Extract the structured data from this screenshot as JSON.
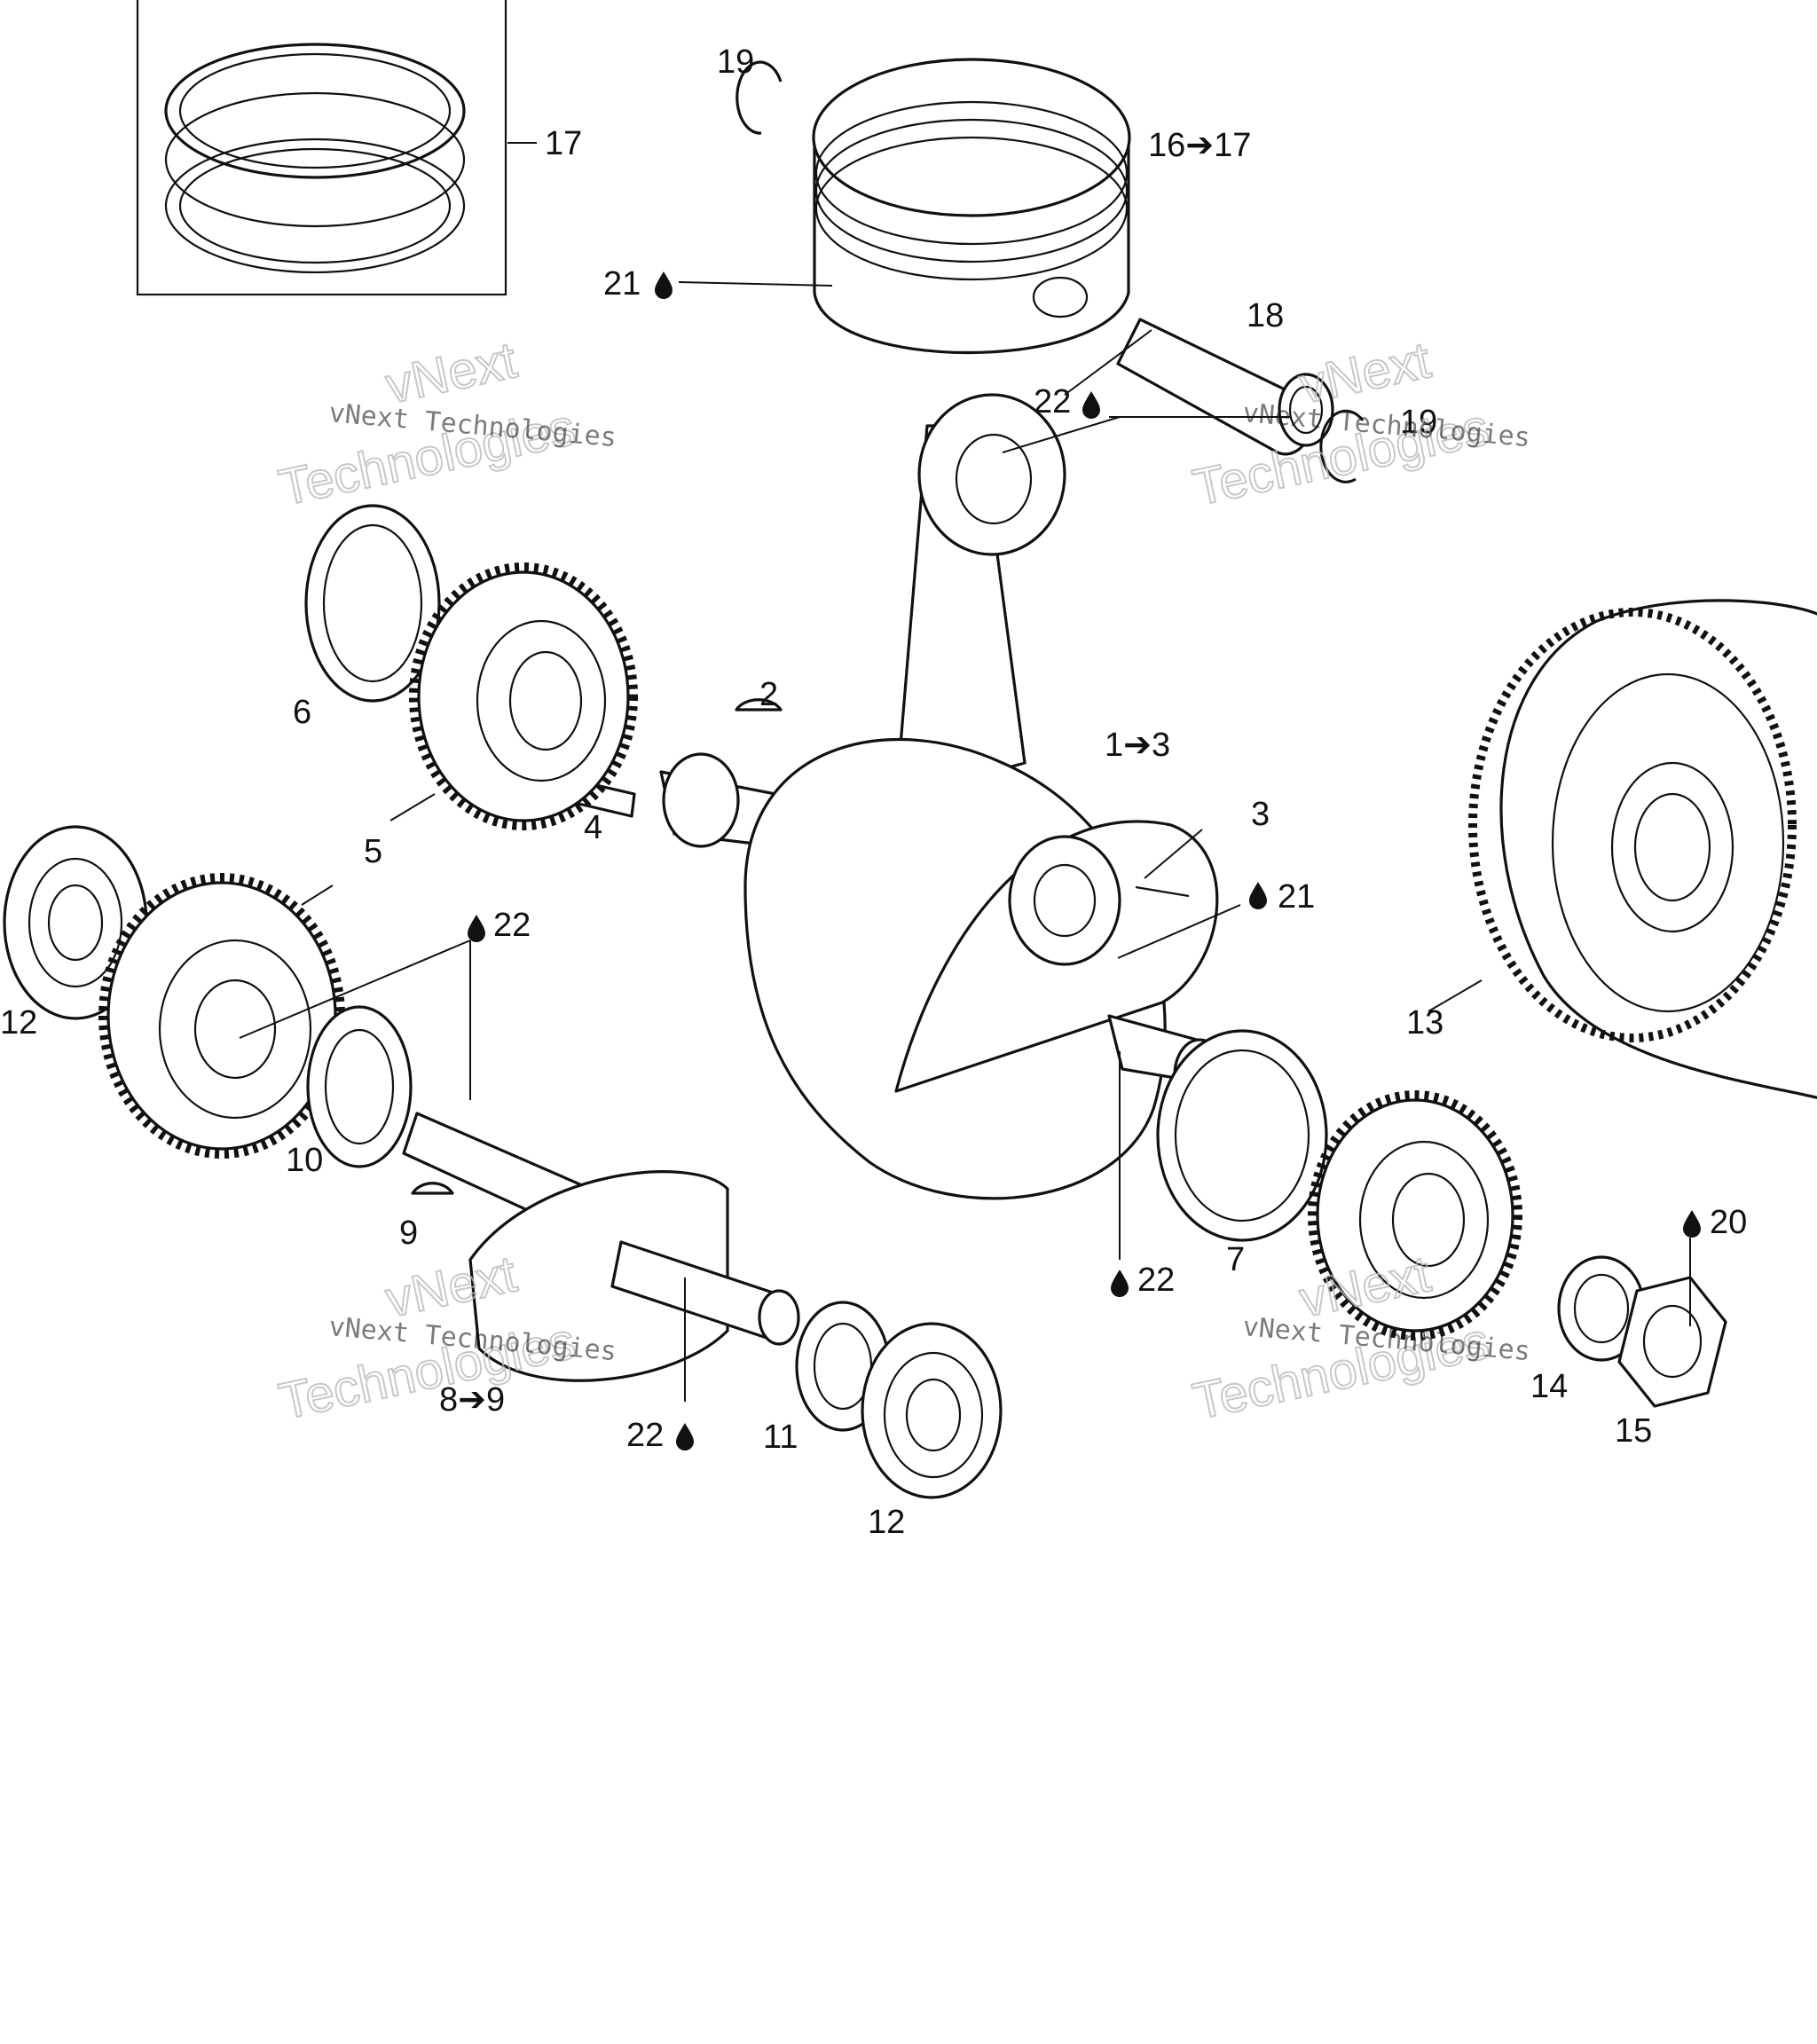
{
  "callouts": {
    "c17box": "17",
    "c19a": "19",
    "c16": "16➔17",
    "c21a": "21",
    "c18": "18",
    "c22a": "22",
    "c19b": "19",
    "c6": "6",
    "c2": "2",
    "c1": "1➔3",
    "c3": "3",
    "c4": "4",
    "c5": "5",
    "c21b": "21",
    "c12a": "12",
    "c22b": "22",
    "c13": "13",
    "c10": "10",
    "c9": "9",
    "c7": "7",
    "c22c": "22",
    "c20": "20",
    "c14": "14",
    "c8": "8➔9",
    "c22d": "22",
    "c11": "11",
    "c15": "15",
    "c12b": "12"
  },
  "watermark": {
    "line1": "vNext",
    "line2": "Technologies",
    "small": "vNext Technologies"
  },
  "icons": {
    "oil_drop": "oil-drop-icon"
  }
}
